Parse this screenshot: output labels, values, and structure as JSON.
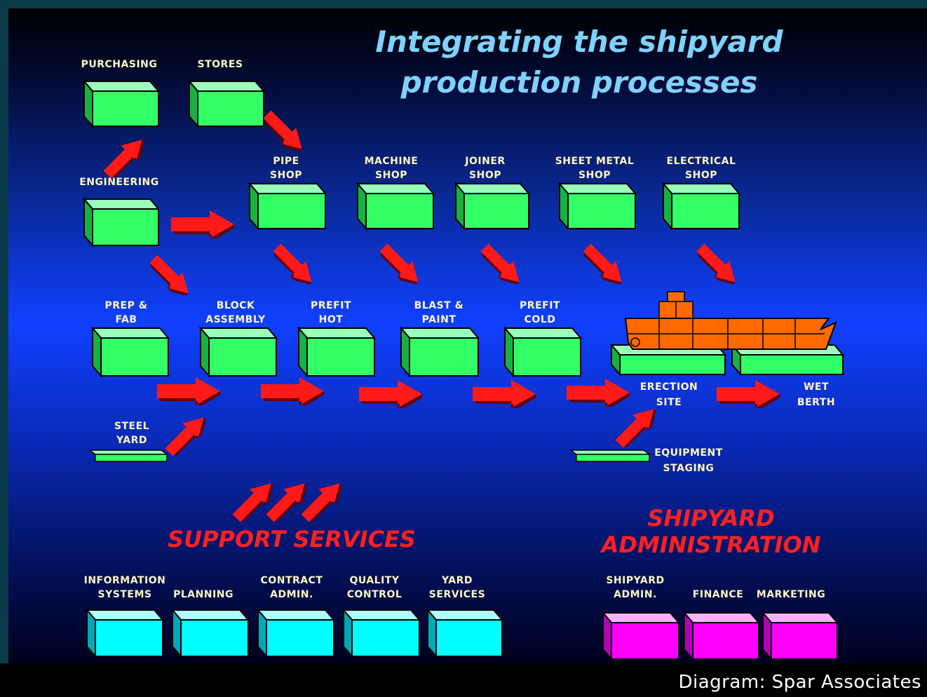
{
  "title": {
    "line1": "Integrating the shipyard",
    "line2": "production processes"
  },
  "labels": {
    "purchasing": "PURCHASING",
    "stores": "STORES",
    "engineering": "ENGINEERING",
    "pipe_shop": [
      "PIPE",
      "SHOP"
    ],
    "machine_shop": [
      "MACHINE",
      "SHOP"
    ],
    "joiner_shop": [
      "JOINER",
      "SHOP"
    ],
    "sheet_metal_shop": [
      "SHEET METAL",
      "SHOP"
    ],
    "electrical_shop": [
      "ELECTRICAL",
      "SHOP"
    ],
    "prep_fab": [
      "PREP &",
      "FAB"
    ],
    "block_assembly": [
      "BLOCK",
      "ASSEMBLY"
    ],
    "prefit_hot": [
      "PREFIT",
      "HOT"
    ],
    "blast_paint": [
      "BLAST &",
      "PAINT"
    ],
    "prefit_cold": [
      "PREFIT",
      "COLD"
    ],
    "steel_yard": [
      "STEEL",
      "YARD"
    ],
    "erection_site": [
      "ERECTION",
      "SITE"
    ],
    "wet_berth": [
      "WET",
      "BERTH"
    ],
    "equipment_staging": [
      "EQUIPMENT",
      "STAGING"
    ],
    "information_systems": [
      "INFORMATION",
      "SYSTEMS"
    ],
    "planning": "PLANNING",
    "contract_admin": [
      "CONTRACT",
      "ADMIN."
    ],
    "quality_control": [
      "QUALITY",
      "CONTROL"
    ],
    "yard_services": [
      "YARD",
      "SERVICES"
    ],
    "shipyard_admin": [
      "SHIPYARD",
      "ADMIN."
    ],
    "finance": "FINANCE",
    "marketing": "MARKETING"
  },
  "sections": {
    "support_services": "SUPPORT SERVICES",
    "shipyard_administration": [
      "SHIPYARD",
      "ADMINISTRATION"
    ]
  },
  "credit": "Diagram: Spar Associates",
  "colors": {
    "process_box": "#33ff66",
    "support_box": "#00ffff",
    "admin_box": "#ff00ff",
    "arrow": "#ff1a1a",
    "ship": "#ff6a00",
    "title": "#7fd2ff",
    "section": "#ff2020"
  }
}
